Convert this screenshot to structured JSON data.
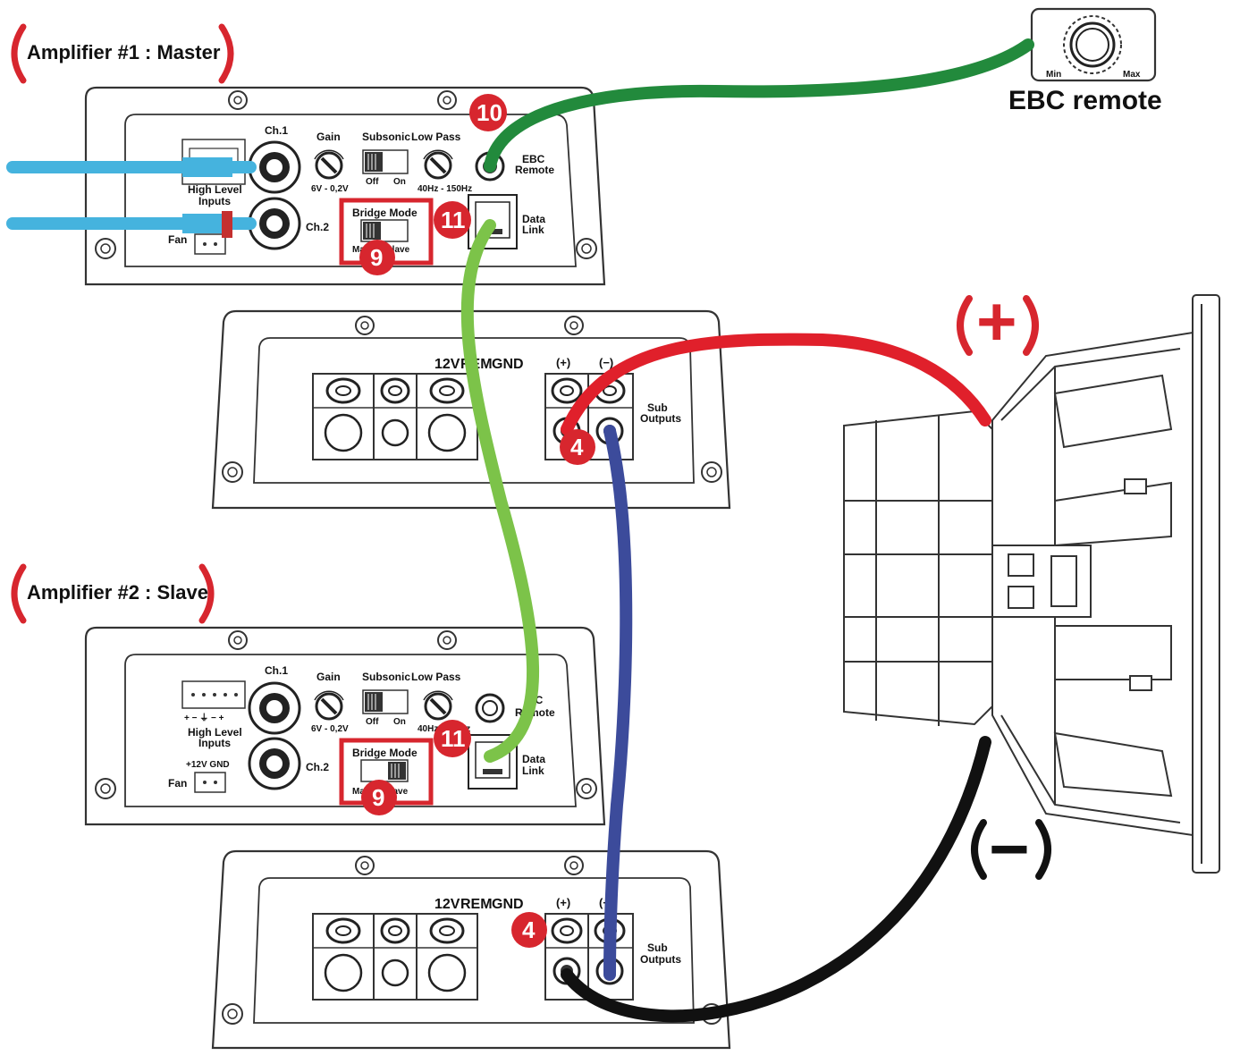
{
  "colors": {
    "accent_red": "#d7262e",
    "wire_blue_input": "#45b3de",
    "wire_green_dark": "#228a3c",
    "wire_green_light": "#7cc349",
    "wire_red": "#e0202b",
    "wire_navy": "#3c4b9b",
    "wire_black": "#111111"
  },
  "amp1": {
    "title": "Amplifier #1 : Master",
    "ch1": "Ch.1",
    "ch2": "Ch.2",
    "gain": "Gain",
    "gain_range": "6V - 0,2V",
    "subsonic": "Subsonic",
    "low_pass": "Low Pass",
    "off": "Off",
    "on": "On",
    "freq_range": "40Hz - 150Hz",
    "high_level_1": "High Level",
    "high_level_2": "Inputs",
    "fan": "Fan",
    "bridge_mode": "Bridge Mode",
    "master_short": "Ma",
    "slave": "Slave",
    "ebc_1": "EBC",
    "ebc_2": "Remote",
    "data_1": "Data",
    "data_2": "Link",
    "badge_bridge": "9",
    "badge_ebc": "10",
    "badge_data": "11"
  },
  "amp1_power": {
    "v12": "12V",
    "rem": "REM",
    "gnd": "GND",
    "plus": "(+)",
    "minus": "(−)",
    "sub_1": "Sub",
    "sub_2": "Outputs",
    "badge_out": "4"
  },
  "amp2": {
    "title": "Amplifier #2 : Slave",
    "ch1": "Ch.1",
    "ch2": "Ch.2",
    "gain": "Gain",
    "gain_range": "6V - 0,2V",
    "subsonic": "Subsonic",
    "low_pass": "Low Pass",
    "off": "Off",
    "on": "On",
    "freq_range_a": "40Hz -",
    "freq_range_b": "Hz",
    "high_level_1": "High Level",
    "high_level_2": "Inputs",
    "input_marks": "+ − ⏚ − +",
    "v12_gnd": "+12V  GND",
    "fan": "Fan",
    "bridge_mode": "Bridge Mode",
    "master_short": "Mas",
    "slave": "Slave",
    "ebc_1": "BC",
    "ebc_2_a": "R",
    "ebc_2_b": "mote",
    "data_1": "Data",
    "data_2": "Link",
    "badge_bridge": "9",
    "badge_data": "11"
  },
  "amp2_power": {
    "v12": "12V",
    "rem": "REM",
    "gnd": "GND",
    "plus": "(+)",
    "minus": "(−)",
    "sub_1": "Sub",
    "sub_2": "Outputs",
    "badge_out": "4"
  },
  "ebc": {
    "title": "EBC remote",
    "min": "Min",
    "max": "Max"
  },
  "subwoofer": {
    "plus": "+",
    "minus": "−"
  }
}
